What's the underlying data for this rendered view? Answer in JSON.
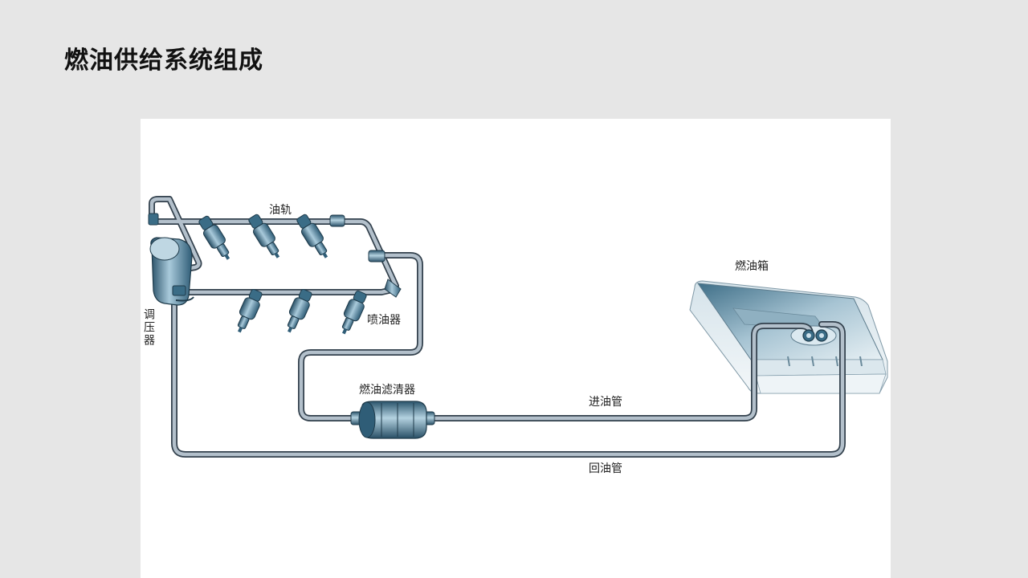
{
  "slide": {
    "title": "燃油供给系统组成"
  },
  "diagram": {
    "labels": {
      "fuel_rail": "油轨",
      "regulator": "调压器",
      "injector": "喷油器",
      "fuel_filter": "燃油滤清器",
      "fuel_tank": "燃油箱",
      "supply_line": "进油管",
      "return_line": "回油管"
    },
    "colors": {
      "pipe_fill": "#aab8c4",
      "pipe_outline": "#33414d",
      "component_dark": "#2f5d77",
      "component_light": "#9fc0d1",
      "tank": "#c9dbe5"
    }
  }
}
